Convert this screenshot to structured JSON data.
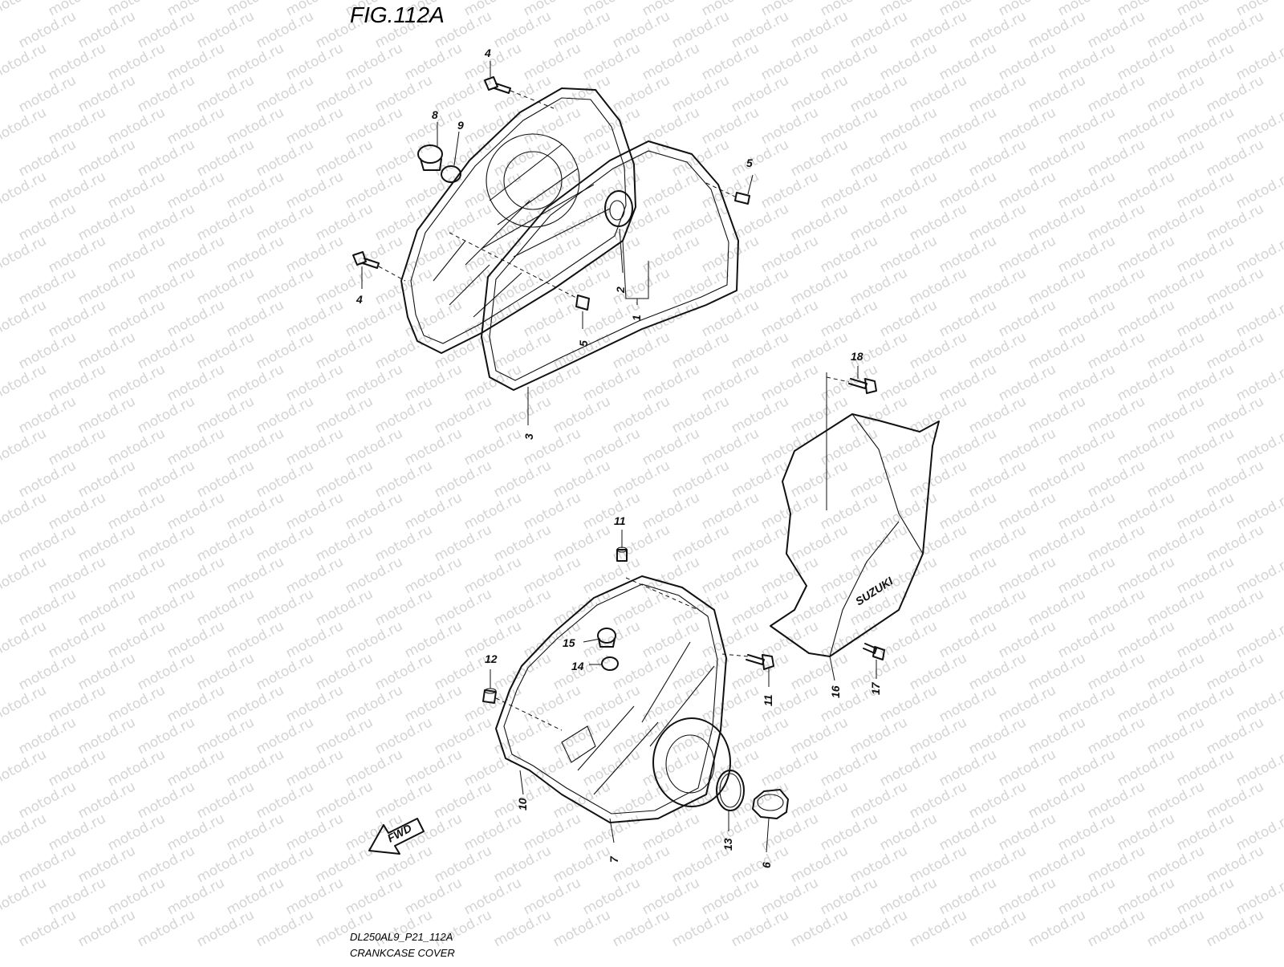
{
  "figure_title": "FIG.112A",
  "footer": {
    "code": "DL250AL9_P21_112A",
    "name": "CRANKCASE COVER"
  },
  "watermark": "motod.ru",
  "brand_mark": "SUZUKI",
  "direction_arrow": "FWD",
  "callouts": [
    "1",
    "2",
    "3",
    "4",
    "4",
    "5",
    "5",
    "6",
    "7",
    "8",
    "9",
    "10",
    "11",
    "11",
    "12",
    "13",
    "14",
    "15",
    "16",
    "17",
    "18"
  ]
}
